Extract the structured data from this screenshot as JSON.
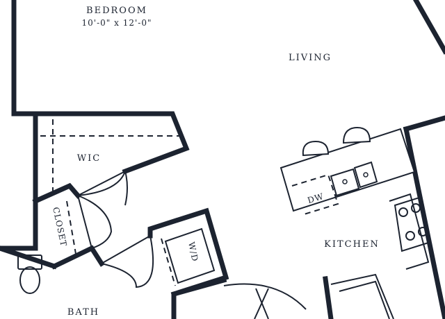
{
  "rooms": {
    "bedroom": {
      "name": "BEDROOM",
      "dimensions": "10'-0\" x 12'-0\""
    },
    "living": {
      "name": "LIVING"
    },
    "wic": {
      "name": "WIC"
    },
    "closet": {
      "name": "CLOSET"
    },
    "washer_dryer": {
      "name": "W/D"
    },
    "dishwasher": {
      "name": "DW"
    },
    "kitchen": {
      "name": "KITCHEN"
    },
    "bath": {
      "name": "BATH"
    }
  },
  "colors": {
    "line": "#1c2330",
    "background": "#ffffff"
  }
}
